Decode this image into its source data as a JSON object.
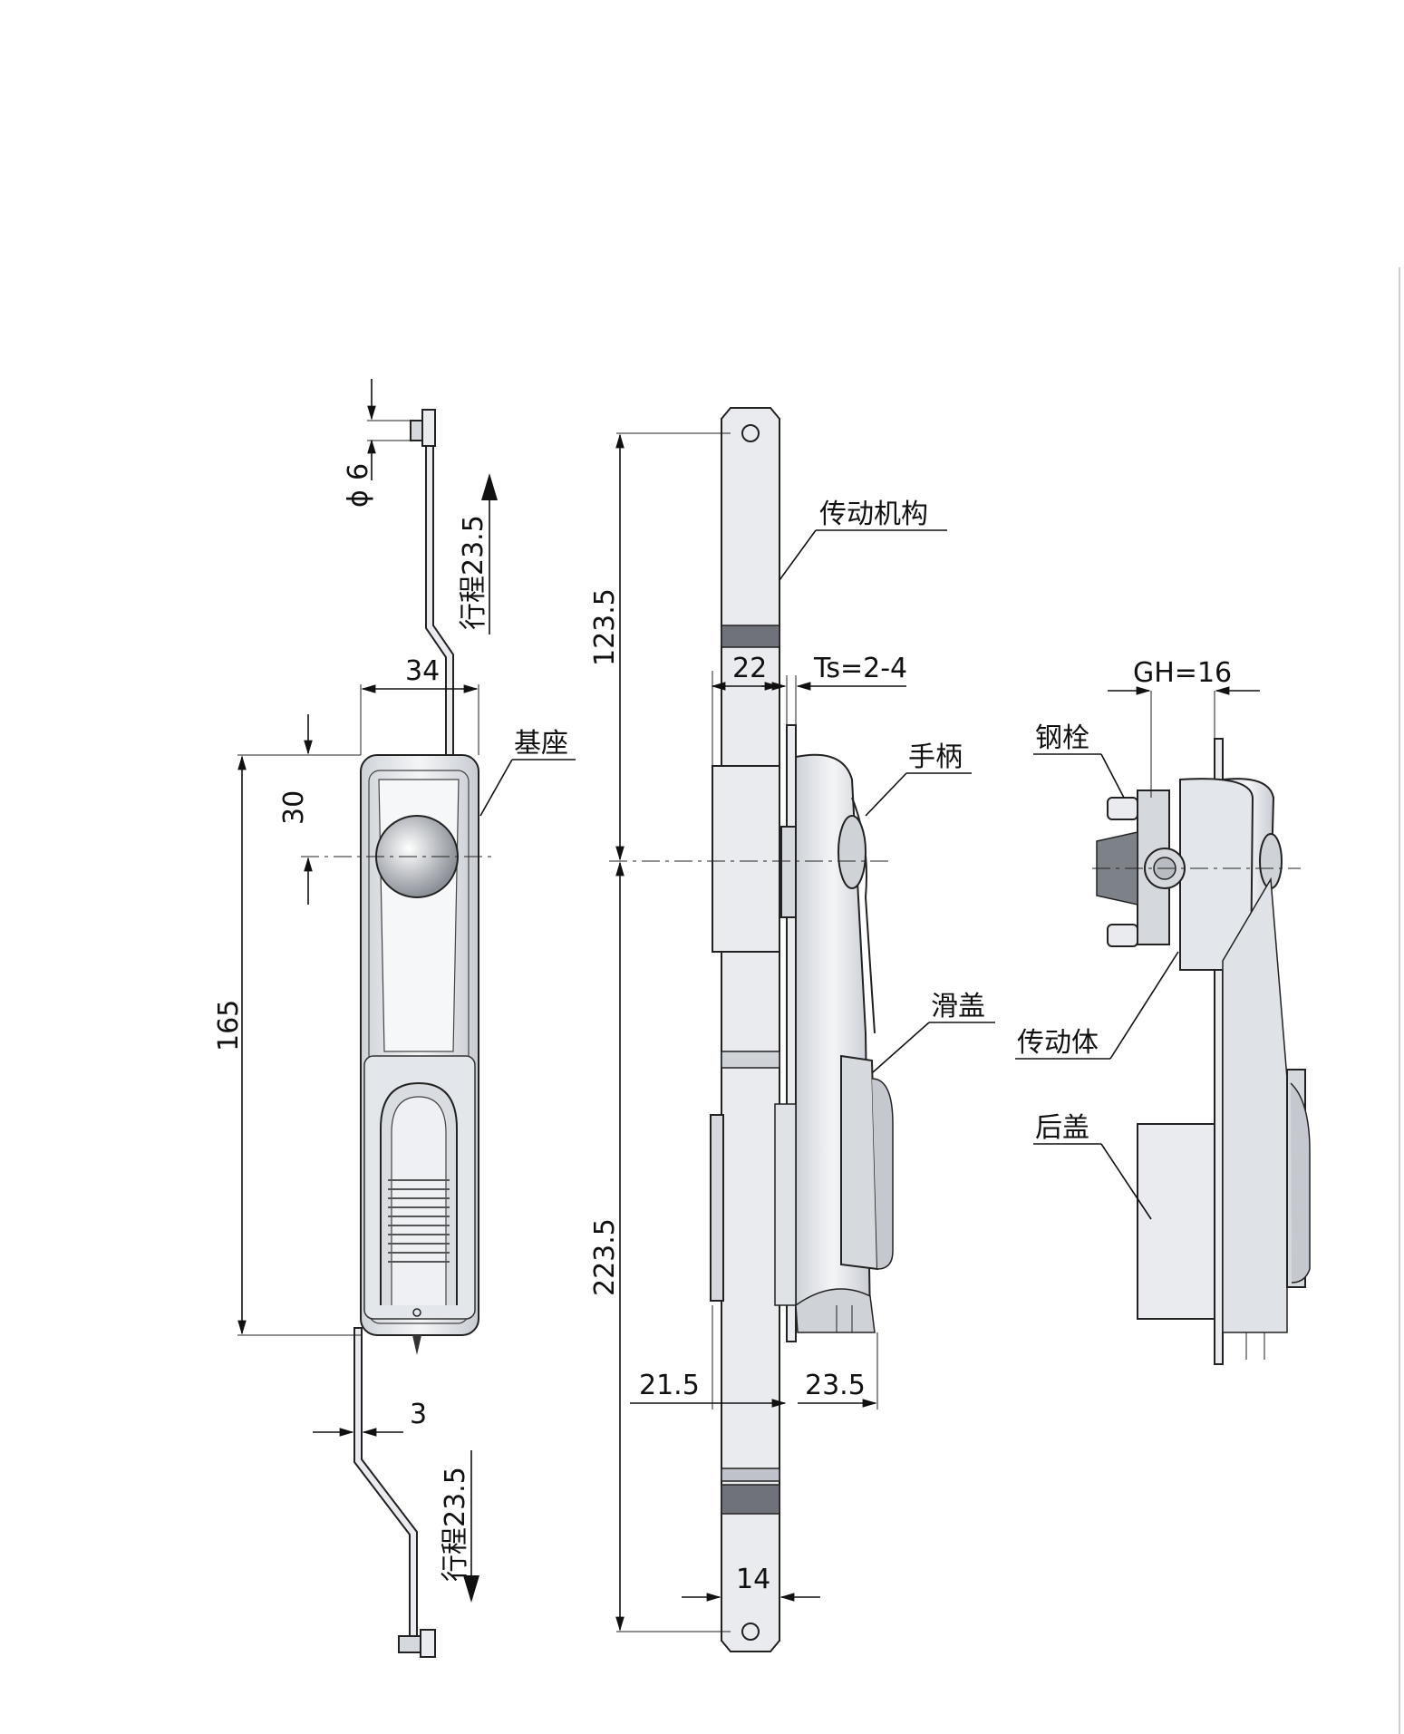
{
  "dimensions": {
    "diameter": "6",
    "stroke_top": "行程23.5",
    "stroke_bottom": "行程23.5",
    "width_34": "34",
    "offset_30": "30",
    "height_165": "165",
    "offset_3": "3",
    "top_123_5": "123.5",
    "bottom_223_5": "223.5",
    "width_22": "22",
    "ts": "Ts=2-4",
    "depth_21_5": "21.5",
    "depth_23_5": "23.5",
    "width_14": "14",
    "gh": "GH=16"
  },
  "labels": {
    "base": "基座",
    "transmission_mechanism": "传动机构",
    "handle": "手柄",
    "sliding_cover": "滑盖",
    "steel_bolt": "钢栓",
    "transmission_body": "传动体",
    "rear_cover": "后盖"
  }
}
